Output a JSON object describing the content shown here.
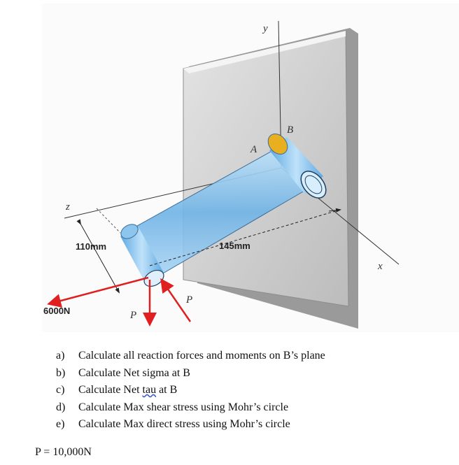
{
  "diagram": {
    "dimensions": {
      "short_arm": "110mm",
      "long_arm": "145mm"
    },
    "forces": {
      "horizontal": "6000N",
      "vertical_P": "P",
      "inclined_P": "P"
    },
    "axes": {
      "x": "x",
      "y": "y",
      "z": "z"
    },
    "points": {
      "A": "A",
      "B": "B"
    }
  },
  "questions": [
    {
      "letter": "a)",
      "text": "Calculate all reaction forces and moments on B’s plane"
    },
    {
      "letter": "b)",
      "text": "Calculate Net sigma at B"
    },
    {
      "letter": "c)",
      "before": "Calculate Net ",
      "tau": "tau",
      "after": " at B"
    },
    {
      "letter": "d)",
      "text": "Calculate Max shear stress using Mohr’s circle"
    },
    {
      "letter": "e)",
      "text": "Calculate Max direct stress using Mohr’s circle"
    }
  ],
  "given": "P = 10,000N",
  "colors": {
    "arrow": "#e02020",
    "pipe": "#8cc6ee",
    "wall": "#c8c8c8",
    "weld": "#e8b020"
  }
}
